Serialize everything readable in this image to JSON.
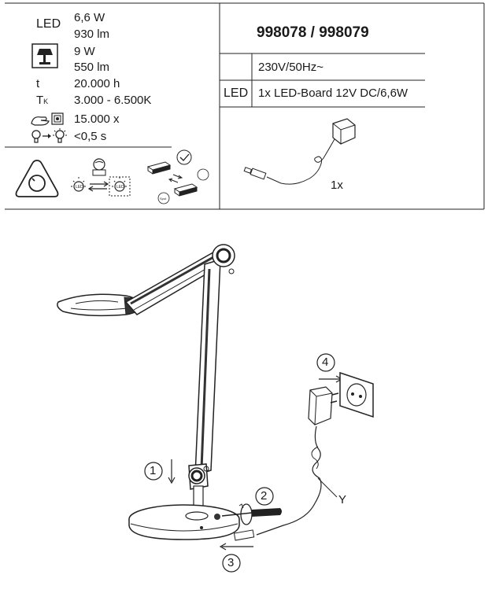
{
  "specs": {
    "led_label": "LED",
    "led_power": "6,6 W",
    "led_flux": "930 lm",
    "bulb_power": "9 W",
    "bulb_flux": "550 lm",
    "life_label": "t",
    "life_value": "20.000 h",
    "colortemp_label_main": "T",
    "colortemp_label_sub": "K",
    "colortemp_value": "3.000 - 6.500K",
    "switch_cycles": "15.000 x",
    "warmup": "<0,5 s"
  },
  "product": {
    "article_numbers": "998078 / 998079",
    "voltage": "230V/50Hz~",
    "led_row_label": "LED",
    "led_board": "1x LED-Board 12V DC/6,6W",
    "adapter_qty": "1x"
  },
  "assembly": {
    "steps": [
      "1",
      "2",
      "3",
      "4"
    ],
    "cable_label": "Y"
  },
  "icons": {
    "bulb_icon_label": "LED",
    "adapter_label": "Spot"
  }
}
